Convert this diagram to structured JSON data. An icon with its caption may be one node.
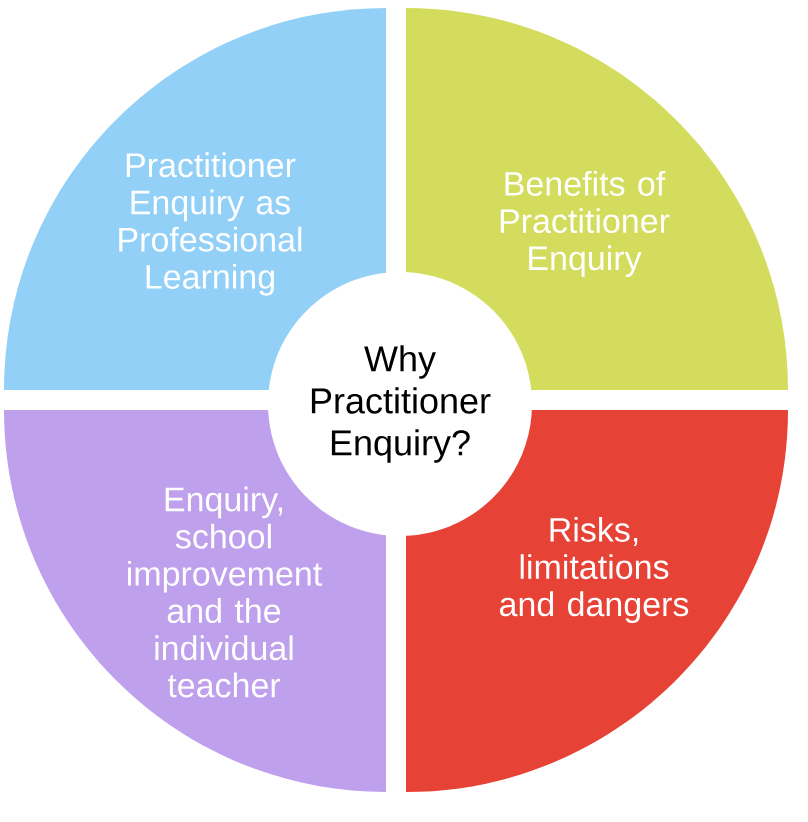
{
  "diagram": {
    "nodes": [
      {
        "text": [
          "Practitioner Enquiry as Professional Learning"
        ]
      },
      {
        "text": [
          "Benefits of Practitioner Enquiry"
        ]
      },
      {
        "text": [
          "Why Practitioner Enquiry?"
        ]
      },
      {
        "text": [
          "Enquiry, school improvement and the individual teacher"
        ]
      },
      {
        "text": [
          "Risks, limitations and dangers"
        ]
      }
    ]
  }
}
